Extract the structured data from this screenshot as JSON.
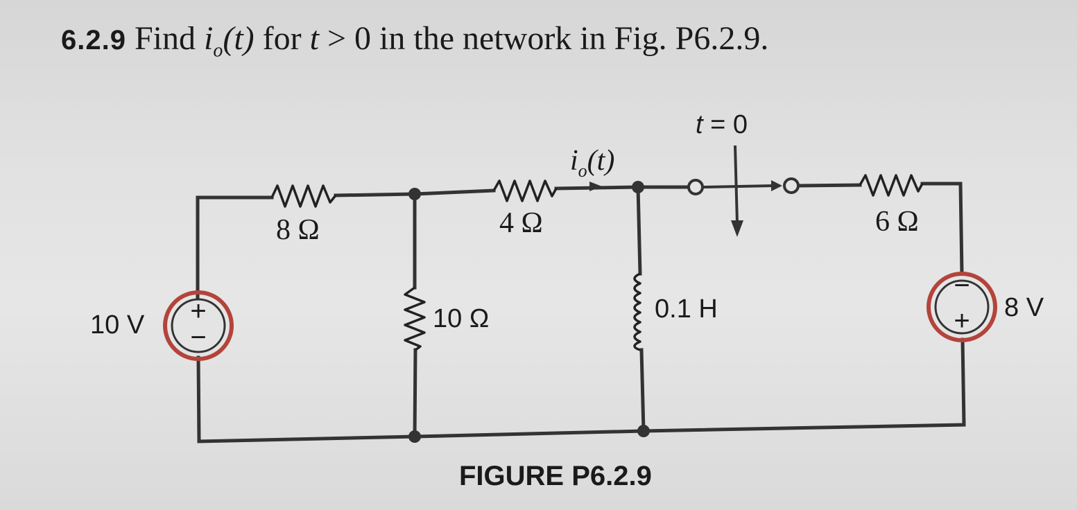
{
  "problem": {
    "number": "6.2.9",
    "text_before": "Find ",
    "var": "i",
    "var_sub": "o",
    "var_arg": "(t)",
    "text_mid": " for ",
    "t": "t",
    "text_after": " > 0 in the network in Fig. P6.2.9."
  },
  "circuit": {
    "source_left": {
      "value": "10 V",
      "plus": "+",
      "minus": "−"
    },
    "source_right": {
      "value": "8 V",
      "plus": "+",
      "minus": "−"
    },
    "r1": "8 Ω",
    "r2": "10 Ω",
    "r3": "4 Ω",
    "r4": "6 Ω",
    "inductor": "0.1 H",
    "current_label": {
      "var": "i",
      "sub": "o",
      "arg": "(t)"
    },
    "switch_label": {
      "t": "t",
      "rest": " = 0"
    }
  },
  "figure_caption": "FIGURE P6.2.9",
  "colors": {
    "source_ring": "#b3443b",
    "wire": "#333333"
  }
}
